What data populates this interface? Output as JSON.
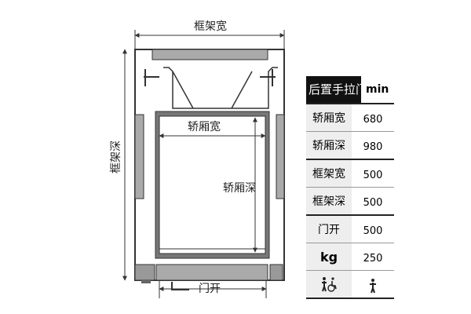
{
  "diagram": {
    "frame_width_label": "框架宽",
    "frame_depth_label": "框架深",
    "car_width_label": "轿厢宽",
    "car_depth_label": "轿厢深",
    "door_open_label": "门开"
  },
  "table": {
    "header": "后置手拉门",
    "unit": "min",
    "rows": [
      {
        "label": "轿厢宽",
        "value": "680"
      },
      {
        "label": "轿厢深",
        "value": "980"
      },
      {
        "label": "框架宽",
        "value": "500"
      },
      {
        "label": "框架深",
        "value": "500"
      },
      {
        "label": "门开",
        "value": "500"
      },
      {
        "label": "kg",
        "value": "250"
      },
      {
        "label_icon": "wheelchair-person-icon",
        "value_icon": "person-icon"
      }
    ]
  }
}
